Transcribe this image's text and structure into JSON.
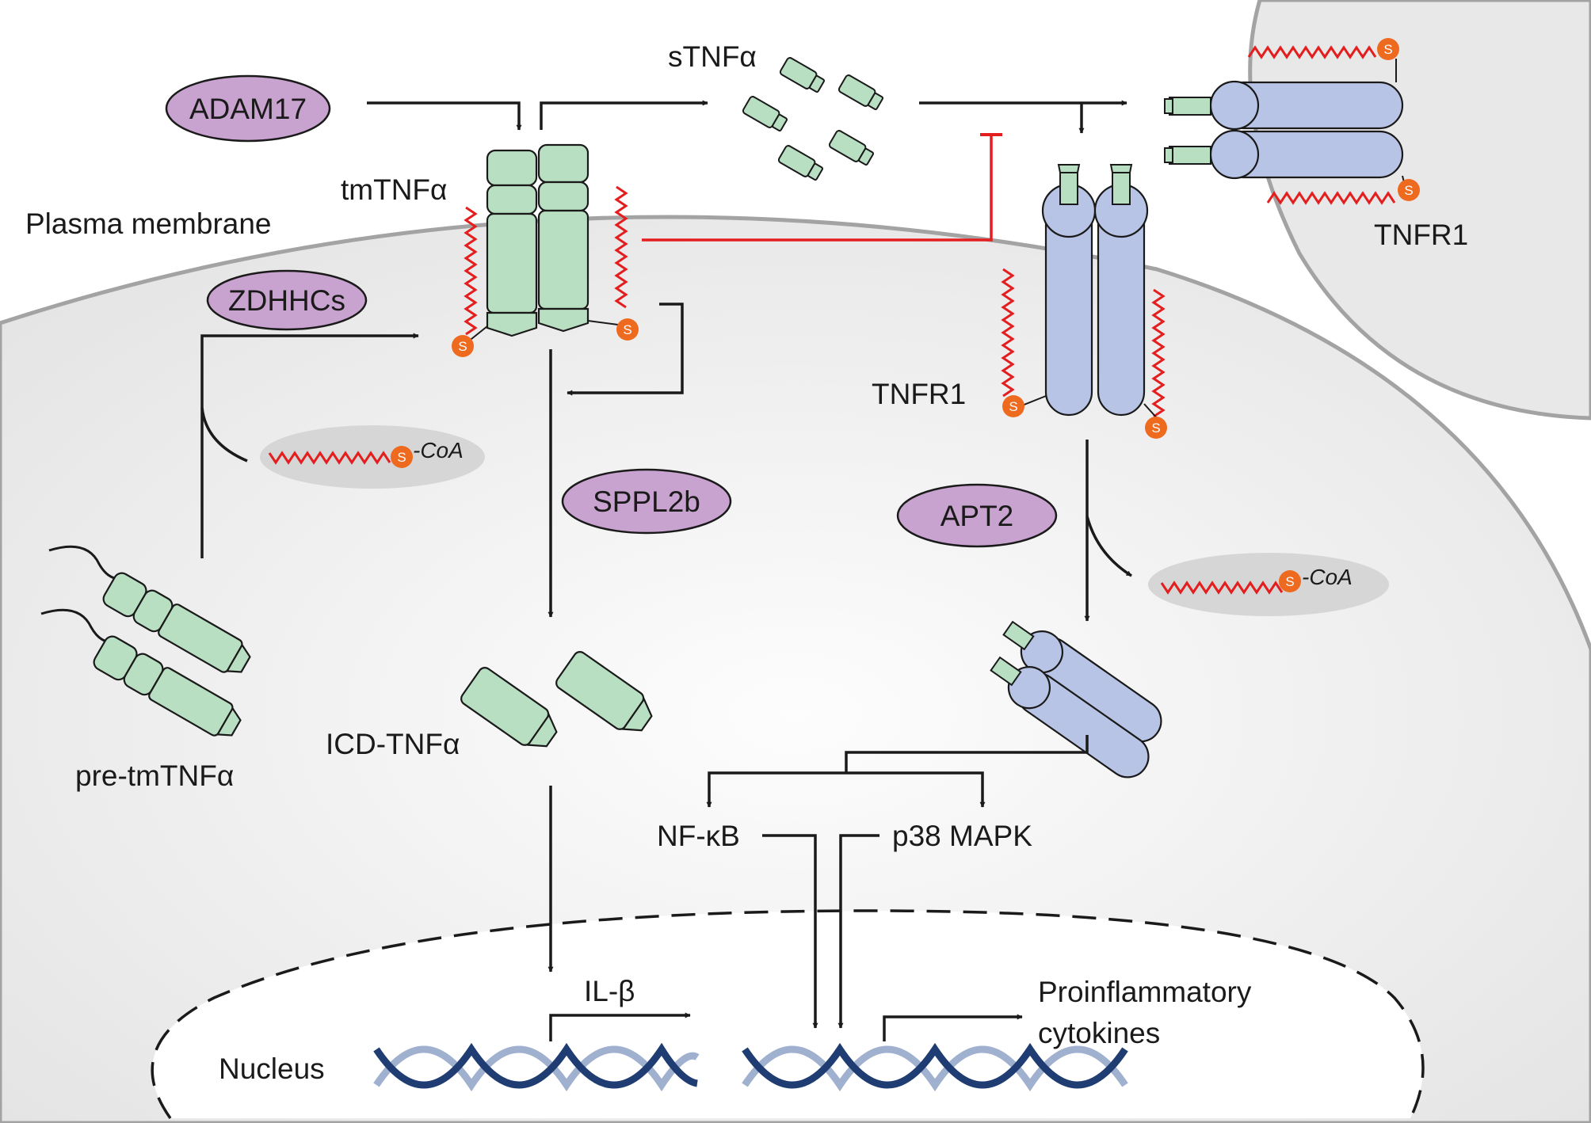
{
  "labels": {
    "plasma_membrane": "Plasma membrane",
    "tm_tnfa": "tmTNFα",
    "s_tnfa": "sTNFα",
    "tnfr1_right": "TNFR1",
    "tnfr1_center": "TNFR1",
    "pre_tm_tnfa": "pre-tmTNFα",
    "icd_tnfa": "ICD-TNFα",
    "nf_kb": "NF-κB",
    "p38_mapk": "p38 MAPK",
    "il_b": "IL-β",
    "proinflammatory_line1": "Proinflammatory",
    "proinflammatory_line2": "cytokines",
    "nucleus": "Nucleus"
  },
  "enzymes": {
    "adam17": "ADAM17",
    "zdhhcs": "ZDHHCs",
    "sppl2b": "SPPL2b",
    "apt2": "APT2"
  },
  "acyl_coa": {
    "sulfur": "S",
    "coa_left": "-CoA",
    "coa_right": "-CoA"
  },
  "palmitoyl_s": "S",
  "colors": {
    "enzyme_fill": "#c9a3cf",
    "tnf_fill": "#b9dfc2",
    "receptor_fill": "#b8c4e6",
    "palmitate": "#e41e1e",
    "sulfur": "#ee6a1f",
    "cell_fill": "#eeeeee",
    "membrane_stroke": "#a3a3a3",
    "dna_dark": "#1f3d73",
    "dna_light": "#9fb1cf"
  }
}
